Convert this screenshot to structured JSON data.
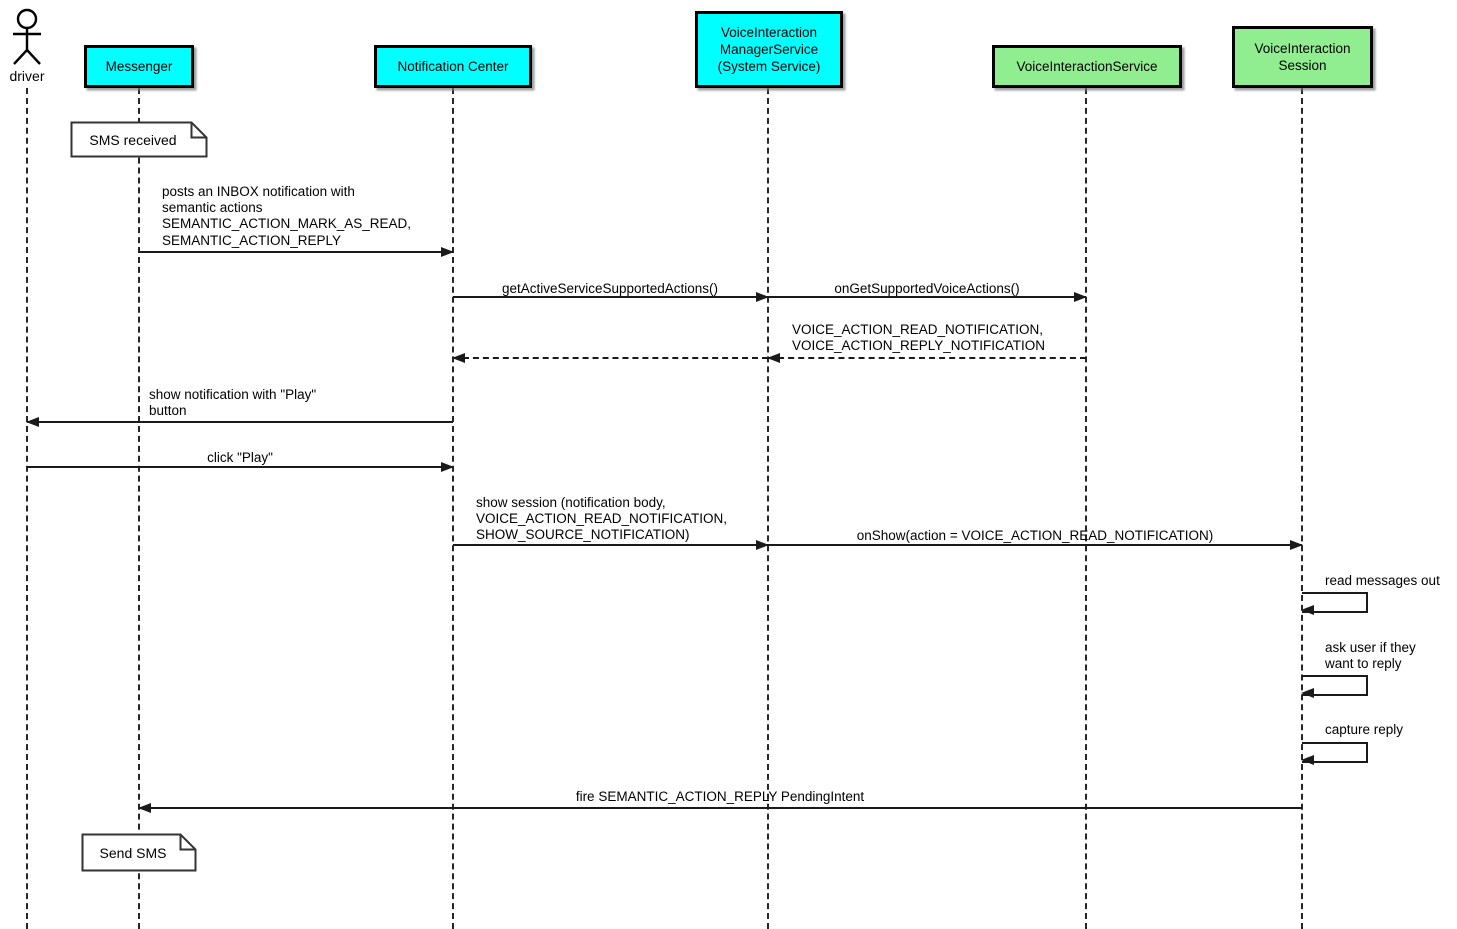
{
  "diagram_type": "uml-sequence-diagram",
  "colors": {
    "client_participant_fill": "#00FFFF",
    "voice_participant_fill": "#90EE90",
    "line": "#1A1A1A",
    "note_fill": "#FFFFFF",
    "background": "#FFFFFF"
  },
  "participants": [
    {
      "label": "driver",
      "type": "actor"
    },
    {
      "label": "Messenger",
      "type": "participant",
      "fill": "#00FFFF"
    },
    {
      "label": "Notification Center",
      "type": "participant",
      "fill": "#00FFFF"
    },
    {
      "label": "VoiceInteraction\nManagerService\n(System Service)",
      "type": "participant",
      "fill": "#00FFFF"
    },
    {
      "label": "VoiceInteractionService",
      "type": "participant",
      "fill": "#90EE90"
    },
    {
      "label": "VoiceInteraction\nSession",
      "type": "participant",
      "fill": "#90EE90"
    }
  ],
  "notes": [
    {
      "label": "SMS received",
      "over": "Messenger"
    },
    {
      "label": "Send SMS",
      "over": "Messenger"
    }
  ],
  "messages": [
    {
      "label": "posts an INBOX notification with\nsemantic actions\nSEMANTIC_ACTION_MARK_AS_READ,\nSEMANTIC_ACTION_REPLY",
      "from": "Messenger",
      "to": "Notification Center",
      "style": "solid"
    },
    {
      "label": "getActiveServiceSupportedActions()",
      "from": "Notification Center",
      "to": "VoiceInteraction ManagerService",
      "style": "solid"
    },
    {
      "label": "onGetSupportedVoiceActions()",
      "from": "VoiceInteraction ManagerService",
      "to": "VoiceInteractionService",
      "style": "solid"
    },
    {
      "label": "VOICE_ACTION_READ_NOTIFICATION,\nVOICE_ACTION_REPLY_NOTIFICATION",
      "from": "VoiceInteractionService",
      "to": "Notification Center",
      "style": "dashed-return"
    },
    {
      "label": "show notification with \"Play\"\nbutton",
      "from": "Notification Center",
      "to": "driver",
      "style": "solid"
    },
    {
      "label": "click \"Play\"",
      "from": "driver",
      "to": "Notification Center",
      "style": "solid"
    },
    {
      "label": "show session (notification body,\nVOICE_ACTION_READ_NOTIFICATION,\nSHOW_SOURCE_NOTIFICATION)",
      "from": "Notification Center",
      "to": "VoiceInteraction ManagerService",
      "style": "solid"
    },
    {
      "label": "onShow(action = VOICE_ACTION_READ_NOTIFICATION)",
      "from": "VoiceInteraction ManagerService",
      "to": "VoiceInteraction Session",
      "style": "solid"
    },
    {
      "label": "read messages out",
      "from": "VoiceInteraction Session",
      "to": "VoiceInteraction Session",
      "style": "self"
    },
    {
      "label": "ask user if they\nwant to reply",
      "from": "VoiceInteraction Session",
      "to": "VoiceInteraction Session",
      "style": "self"
    },
    {
      "label": "capture reply",
      "from": "VoiceInteraction Session",
      "to": "VoiceInteraction Session",
      "style": "self"
    },
    {
      "label": "fire SEMANTIC_ACTION_REPLY PendingIntent",
      "from": "VoiceInteraction Session",
      "to": "Messenger",
      "style": "solid"
    }
  ]
}
